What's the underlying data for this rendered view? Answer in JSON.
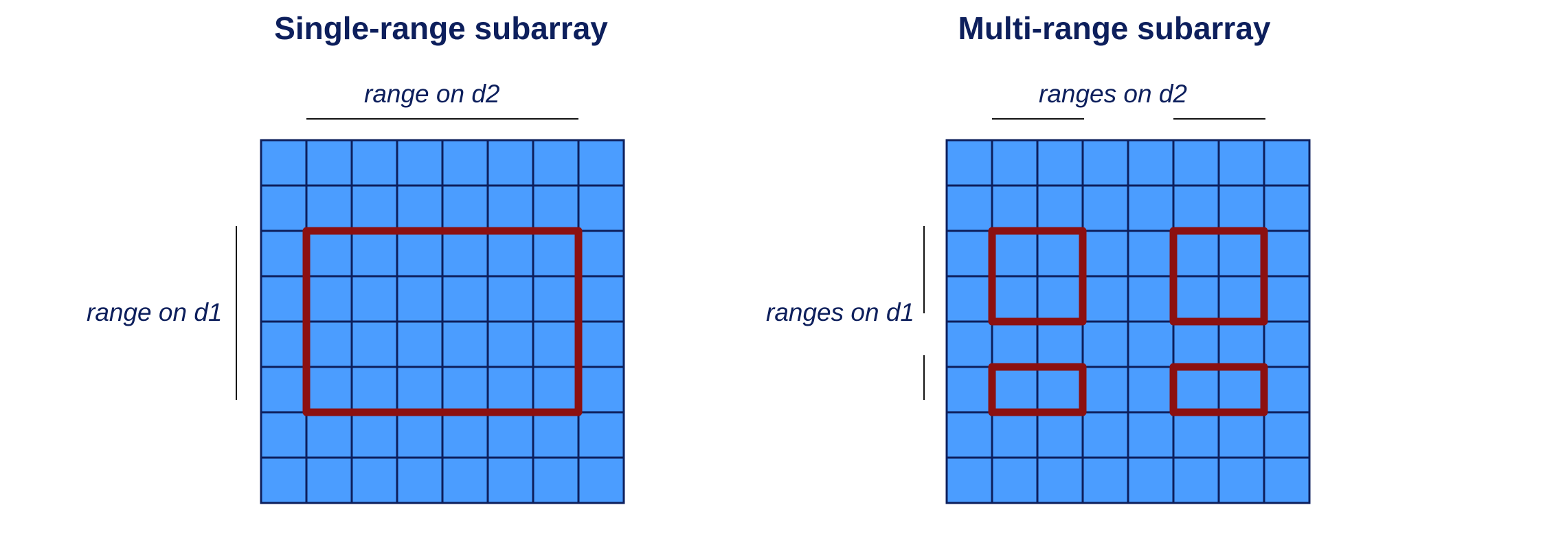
{
  "panels": [
    {
      "title": "Single-range subarray",
      "top_label": "range on d2",
      "side_label": "range on d1",
      "grid": {
        "rows": 8,
        "cols": 8
      },
      "subarray_ranges": [
        {
          "row_start": 2,
          "row_end": 5,
          "col_start": 1,
          "col_end": 6
        }
      ]
    },
    {
      "title": "Multi-range subarray",
      "top_label": "ranges on d2",
      "side_label": "ranges on d1",
      "grid": {
        "rows": 8,
        "cols": 8
      },
      "subarray_ranges": [
        {
          "row_start": 2,
          "row_end": 3,
          "col_start": 1,
          "col_end": 2
        },
        {
          "row_start": 2,
          "row_end": 3,
          "col_start": 5,
          "col_end": 6
        },
        {
          "row_start": 5,
          "row_end": 5,
          "col_start": 1,
          "col_end": 2
        },
        {
          "row_start": 5,
          "row_end": 5,
          "col_start": 5,
          "col_end": 6
        }
      ]
    }
  ],
  "colors": {
    "cell_fill": "#4b9dff",
    "grid_line": "#0d1f5c",
    "selection": "#8c1010",
    "text": "#0d1f5c"
  }
}
